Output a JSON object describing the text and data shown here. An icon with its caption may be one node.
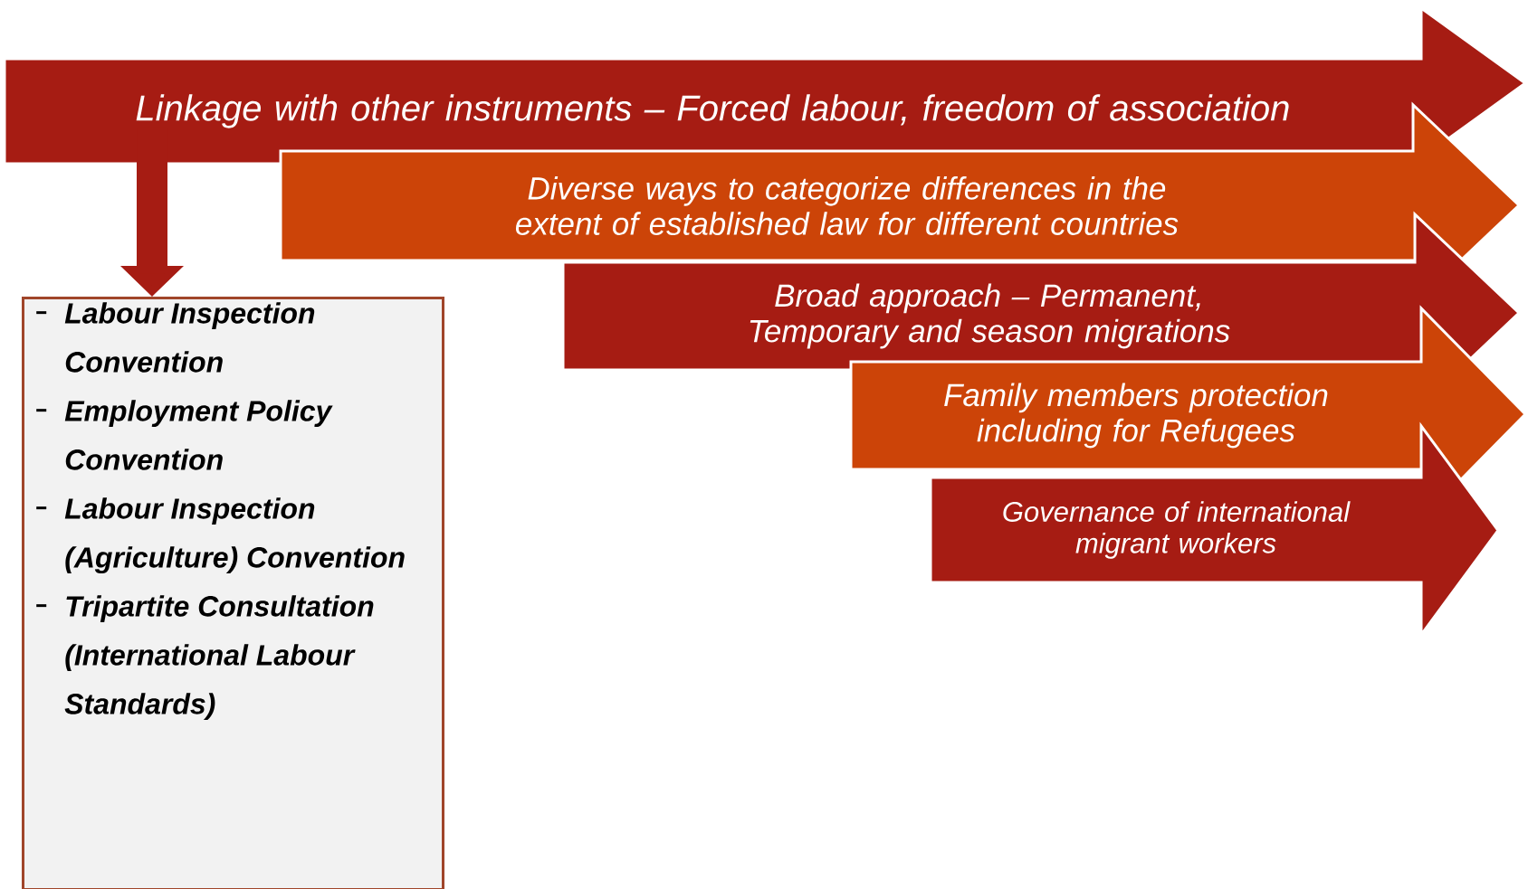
{
  "diagram": {
    "nodes": [
      {
        "text": [
          "Linkage with other instruments – Forced labour, freedom of association"
        ]
      },
      {
        "text": [
          "Diverse ways to categorize differences in the extent of established law for different countries"
        ]
      },
      {
        "text": [
          "Broad approach – Permanent, Temporary and season migrations"
        ]
      },
      {
        "text": [
          "Family members protection including for Refugees"
        ]
      },
      {
        "text": [
          "Governance of international migrant workers"
        ]
      },
      {
        "text": [
          "Labour Inspection Convention",
          "Employment Policy Convention",
          "Labour Inspection (Agriculture) Convention",
          "Tripartite Consultation (International Labour Standards)"
        ]
      }
    ],
    "edges": [
      {
        "from": 0,
        "to": 5,
        "arrow": "to"
      }
    ]
  }
}
